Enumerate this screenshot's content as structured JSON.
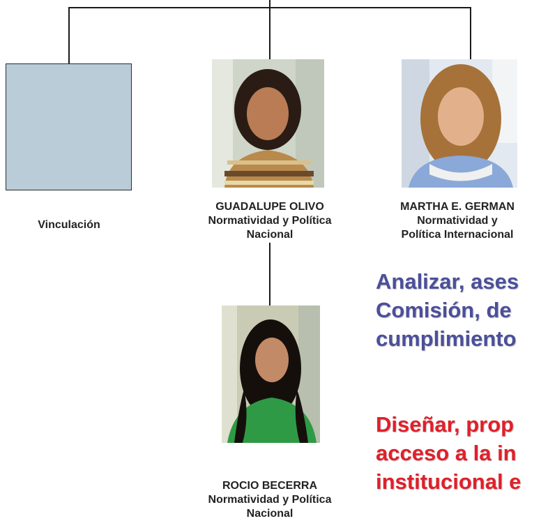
{
  "nodes": {
    "vinculacion": {
      "label": "Vinculación"
    },
    "guadalupe": {
      "name": "GUADALUPE OLIVO",
      "role_line1": "Normatividad y Política",
      "role_line2": "Nacional"
    },
    "martha": {
      "name": "MARTHA E. GERMAN",
      "role_line1": "Normatividad y",
      "role_line2": "Política Internacional"
    },
    "rocio": {
      "name": "ROCIO BECERRA",
      "role_line1": "Normatividad y Política",
      "role_line2": "Nacional"
    }
  },
  "objectives": {
    "first": {
      "line1": "Analizar, ases",
      "line2": "Comisión, de",
      "line3": "cumplimiento",
      "color": "#4b4f9a"
    },
    "second": {
      "line1": "Diseñar, prop",
      "line2": "acceso a la in",
      "line3": "institucional e",
      "color": "#e0202a"
    }
  }
}
